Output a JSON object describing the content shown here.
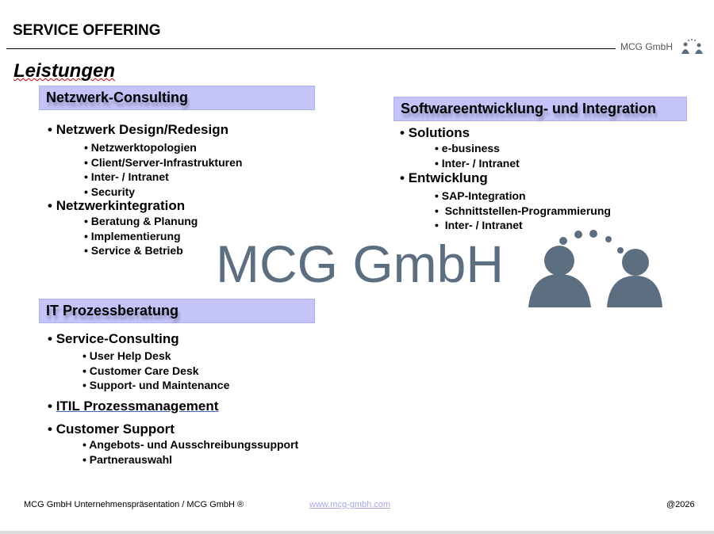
{
  "header": {
    "title": "SERVICE OFFERING",
    "brand": "MCG GmbH",
    "subtitle": "Leistungen"
  },
  "sections": {
    "netzwerk": {
      "title": "Netzwerk-Consulting",
      "groups": [
        {
          "label": "Netzwerk Design/Redesign",
          "items": [
            "Netzwerktopologien",
            "Client/Server-Infrastrukturen",
            "Inter- / Intranet",
            "Security"
          ]
        },
        {
          "label": "Netzwerkintegration",
          "items": [
            "Beratung & Planung",
            "Implementierung",
            "Service & Betrieb"
          ]
        }
      ]
    },
    "software": {
      "title": "Softwareentwicklung- und Integration",
      "groups": [
        {
          "label": "Solutions",
          "items": [
            "e-business",
            "Inter- / Intranet"
          ]
        },
        {
          "label": "Entwicklung",
          "items": [
            "SAP-Integration",
            "Schnittstellen-Programmierung",
            "Inter- / Intranet"
          ]
        }
      ]
    },
    "it": {
      "title": "IT Prozessberatung",
      "groups": [
        {
          "label": "Service-Consulting",
          "items": [
            "User Help Desk",
            "Customer Care Desk",
            "Support- und Maintenance"
          ]
        },
        {
          "label": "ITIL Prozessmanagement",
          "items": []
        },
        {
          "label": "Customer Support",
          "items": [
            "Angebots- und Ausschreibungssupport",
            "Partnerauswahl"
          ]
        }
      ]
    }
  },
  "watermark": {
    "text": "MCG GmbH",
    "color": "#5c6f80"
  },
  "footer": {
    "left": "MCG GmbH Unternehmenspräsentation / MCG GmbH ®",
    "link": "www.mcg-gmbh.com",
    "right": "@2026"
  }
}
